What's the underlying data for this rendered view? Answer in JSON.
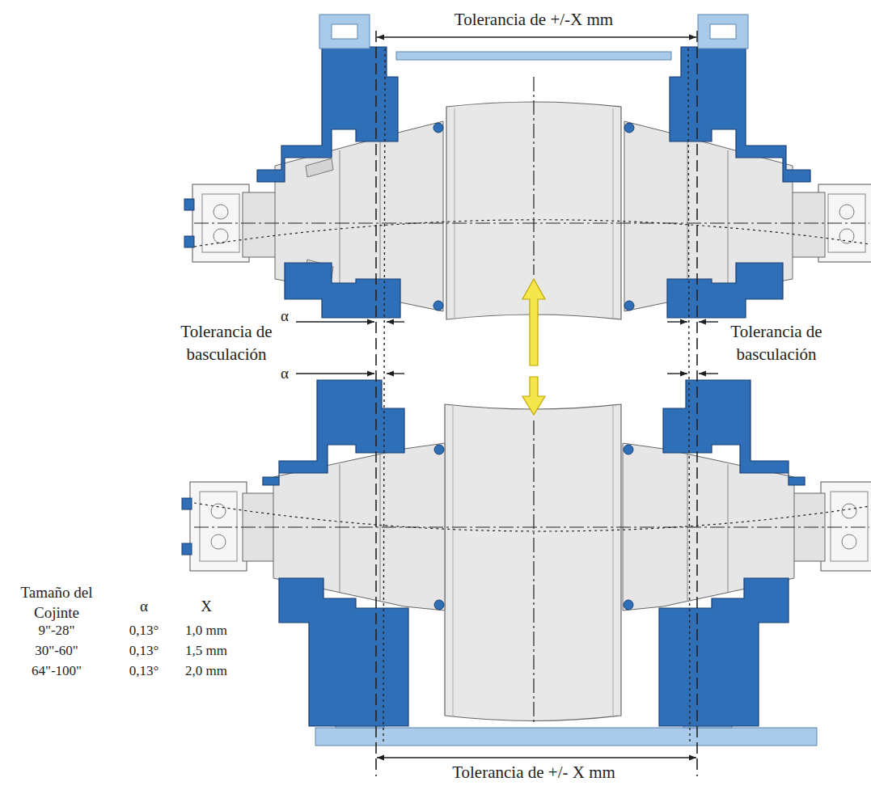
{
  "diagram": {
    "labels": [
      "Tolerancia de +/-X mm",
      "α",
      "Tolerancia de basculación",
      "Tolerancia de basculación",
      "α",
      "Tamaño del Cojinte",
      "α",
      "X",
      "9\"-28\"",
      "0,13°",
      "1,0 mm",
      "30\"-60\"",
      "0,13°",
      "1,5 mm",
      "64\"-100\"",
      "0,13°",
      "2,0 mm",
      "Tolerancia de +/- X mm"
    ]
  }
}
